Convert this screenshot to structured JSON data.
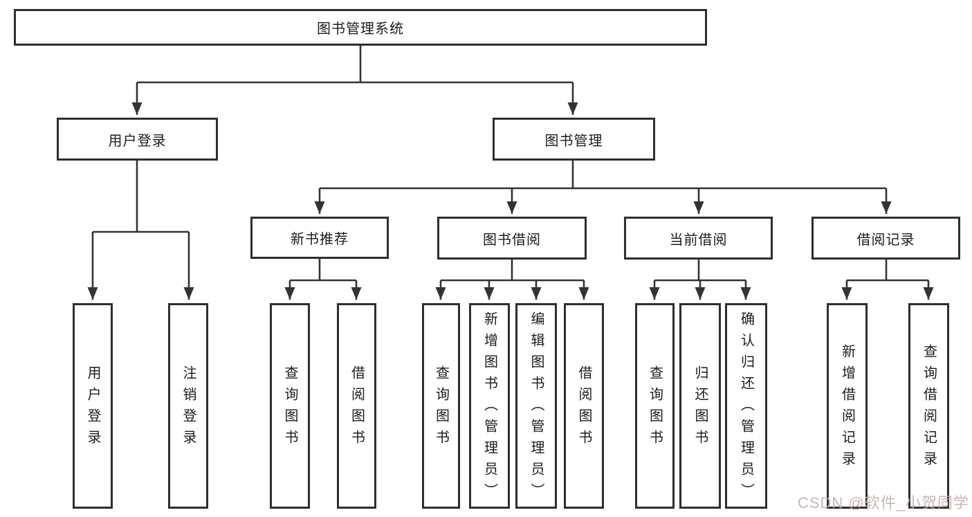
{
  "title": "图书管理系统",
  "diagram_type": "hierarchy-tree",
  "colors": {
    "background": "#ffffff",
    "line": "#333333",
    "box_border": "#2e2e2e",
    "text": "#1c1c1c",
    "watermark_text": "#c9abab"
  },
  "hierarchy": {
    "label": "图书管理系统",
    "children": [
      {
        "label": "用户登录",
        "children": [
          {
            "label": "用户登录"
          },
          {
            "label": "注销登录"
          }
        ]
      },
      {
        "label": "图书管理",
        "children": [
          {
            "label": "新书推荐",
            "children": [
              {
                "label": "查询图书"
              },
              {
                "label": "借阅图书"
              }
            ]
          },
          {
            "label": "图书借阅",
            "children": [
              {
                "label": "查询图书"
              },
              {
                "label": "新增图书（管理员）"
              },
              {
                "label": "编辑图书（管理员）"
              },
              {
                "label": "借阅图书"
              }
            ]
          },
          {
            "label": "当前借阅",
            "children": [
              {
                "label": "查询图书"
              },
              {
                "label": "归还图书"
              },
              {
                "label": "确认归还（管理员）"
              }
            ]
          },
          {
            "label": "借阅记录",
            "children": [
              {
                "label": "新增借阅记录"
              },
              {
                "label": "查询借阅记录"
              }
            ]
          }
        ]
      }
    ]
  },
  "watermark": {
    "text": "CSDN @软件_小贺同学"
  }
}
